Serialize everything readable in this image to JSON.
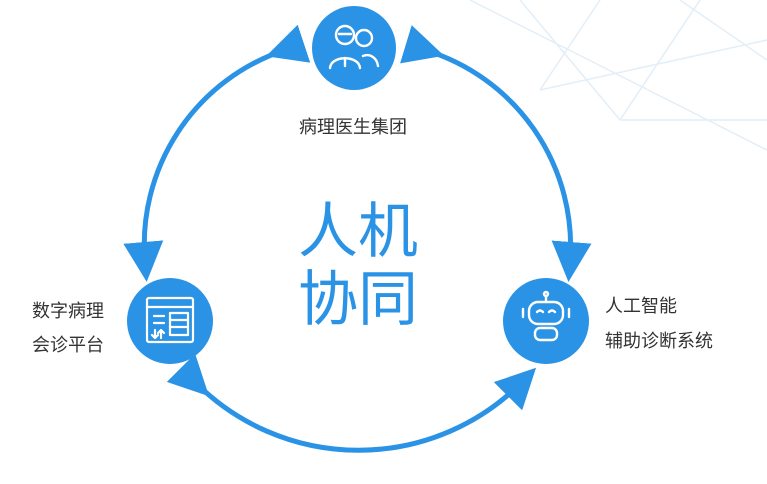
{
  "colors": {
    "accent": "#2b93e6",
    "label": "#333333",
    "background_lines": "#e3eef7"
  },
  "center": {
    "line1": "人机",
    "line2": "协同"
  },
  "nodes": {
    "top": {
      "icon": "pathologist-group-icon",
      "label": "病理医生集团"
    },
    "left": {
      "icon": "platform-screen-icon",
      "label_line1": "数字病理",
      "label_line2": "会诊平台"
    },
    "right": {
      "icon": "robot-icon",
      "label_line1": "人工智能",
      "label_line2": "辅助诊断系统"
    }
  }
}
